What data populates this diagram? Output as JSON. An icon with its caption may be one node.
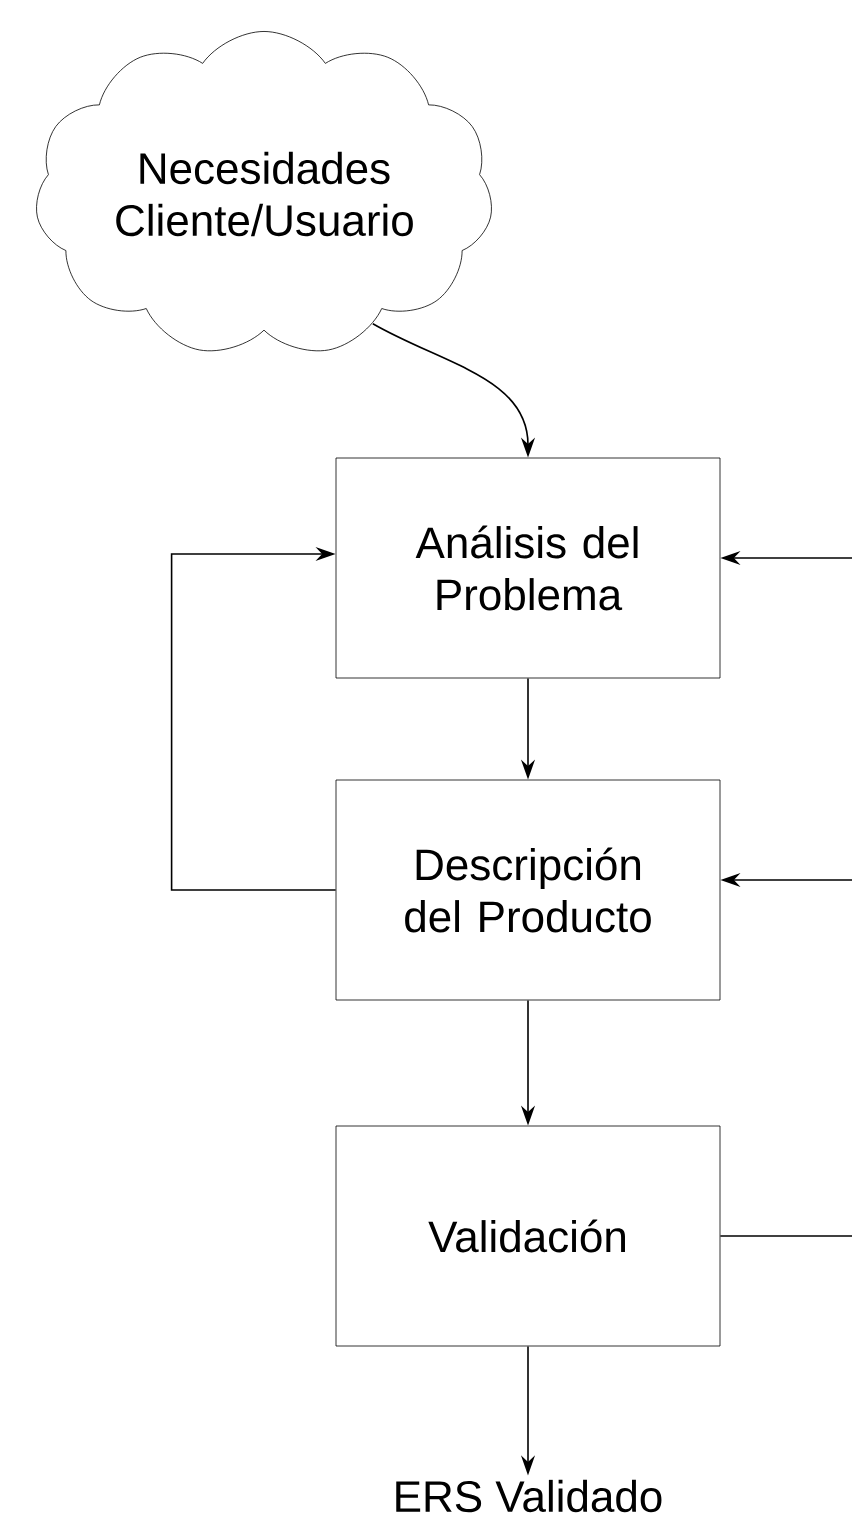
{
  "diagram": {
    "nodes": [
      {
        "text": [
          "Necesidades Cliente/Usuario"
        ]
      },
      {
        "text": [
          "Análisis del Problema"
        ]
      },
      {
        "text": [
          "Descripción del Producto"
        ]
      },
      {
        "text": [
          "Validación"
        ]
      },
      {
        "text": [
          "ERS Validado"
        ]
      }
    ],
    "edges": [
      {
        "from": 0,
        "to": 1,
        "arrow": "to"
      },
      {
        "from": 1,
        "to": 2,
        "arrow": "to"
      },
      {
        "from": 2,
        "to": 3,
        "arrow": "to"
      },
      {
        "from": 3,
        "to": 4,
        "arrow": "to"
      },
      {
        "from": 2,
        "to": 1,
        "arrow": "to"
      },
      {
        "from": null,
        "to": 1,
        "arrow": "to"
      },
      {
        "from": null,
        "to": 2,
        "arrow": "to"
      },
      {
        "from": 3,
        "to": null,
        "arrow": "none"
      }
    ]
  }
}
